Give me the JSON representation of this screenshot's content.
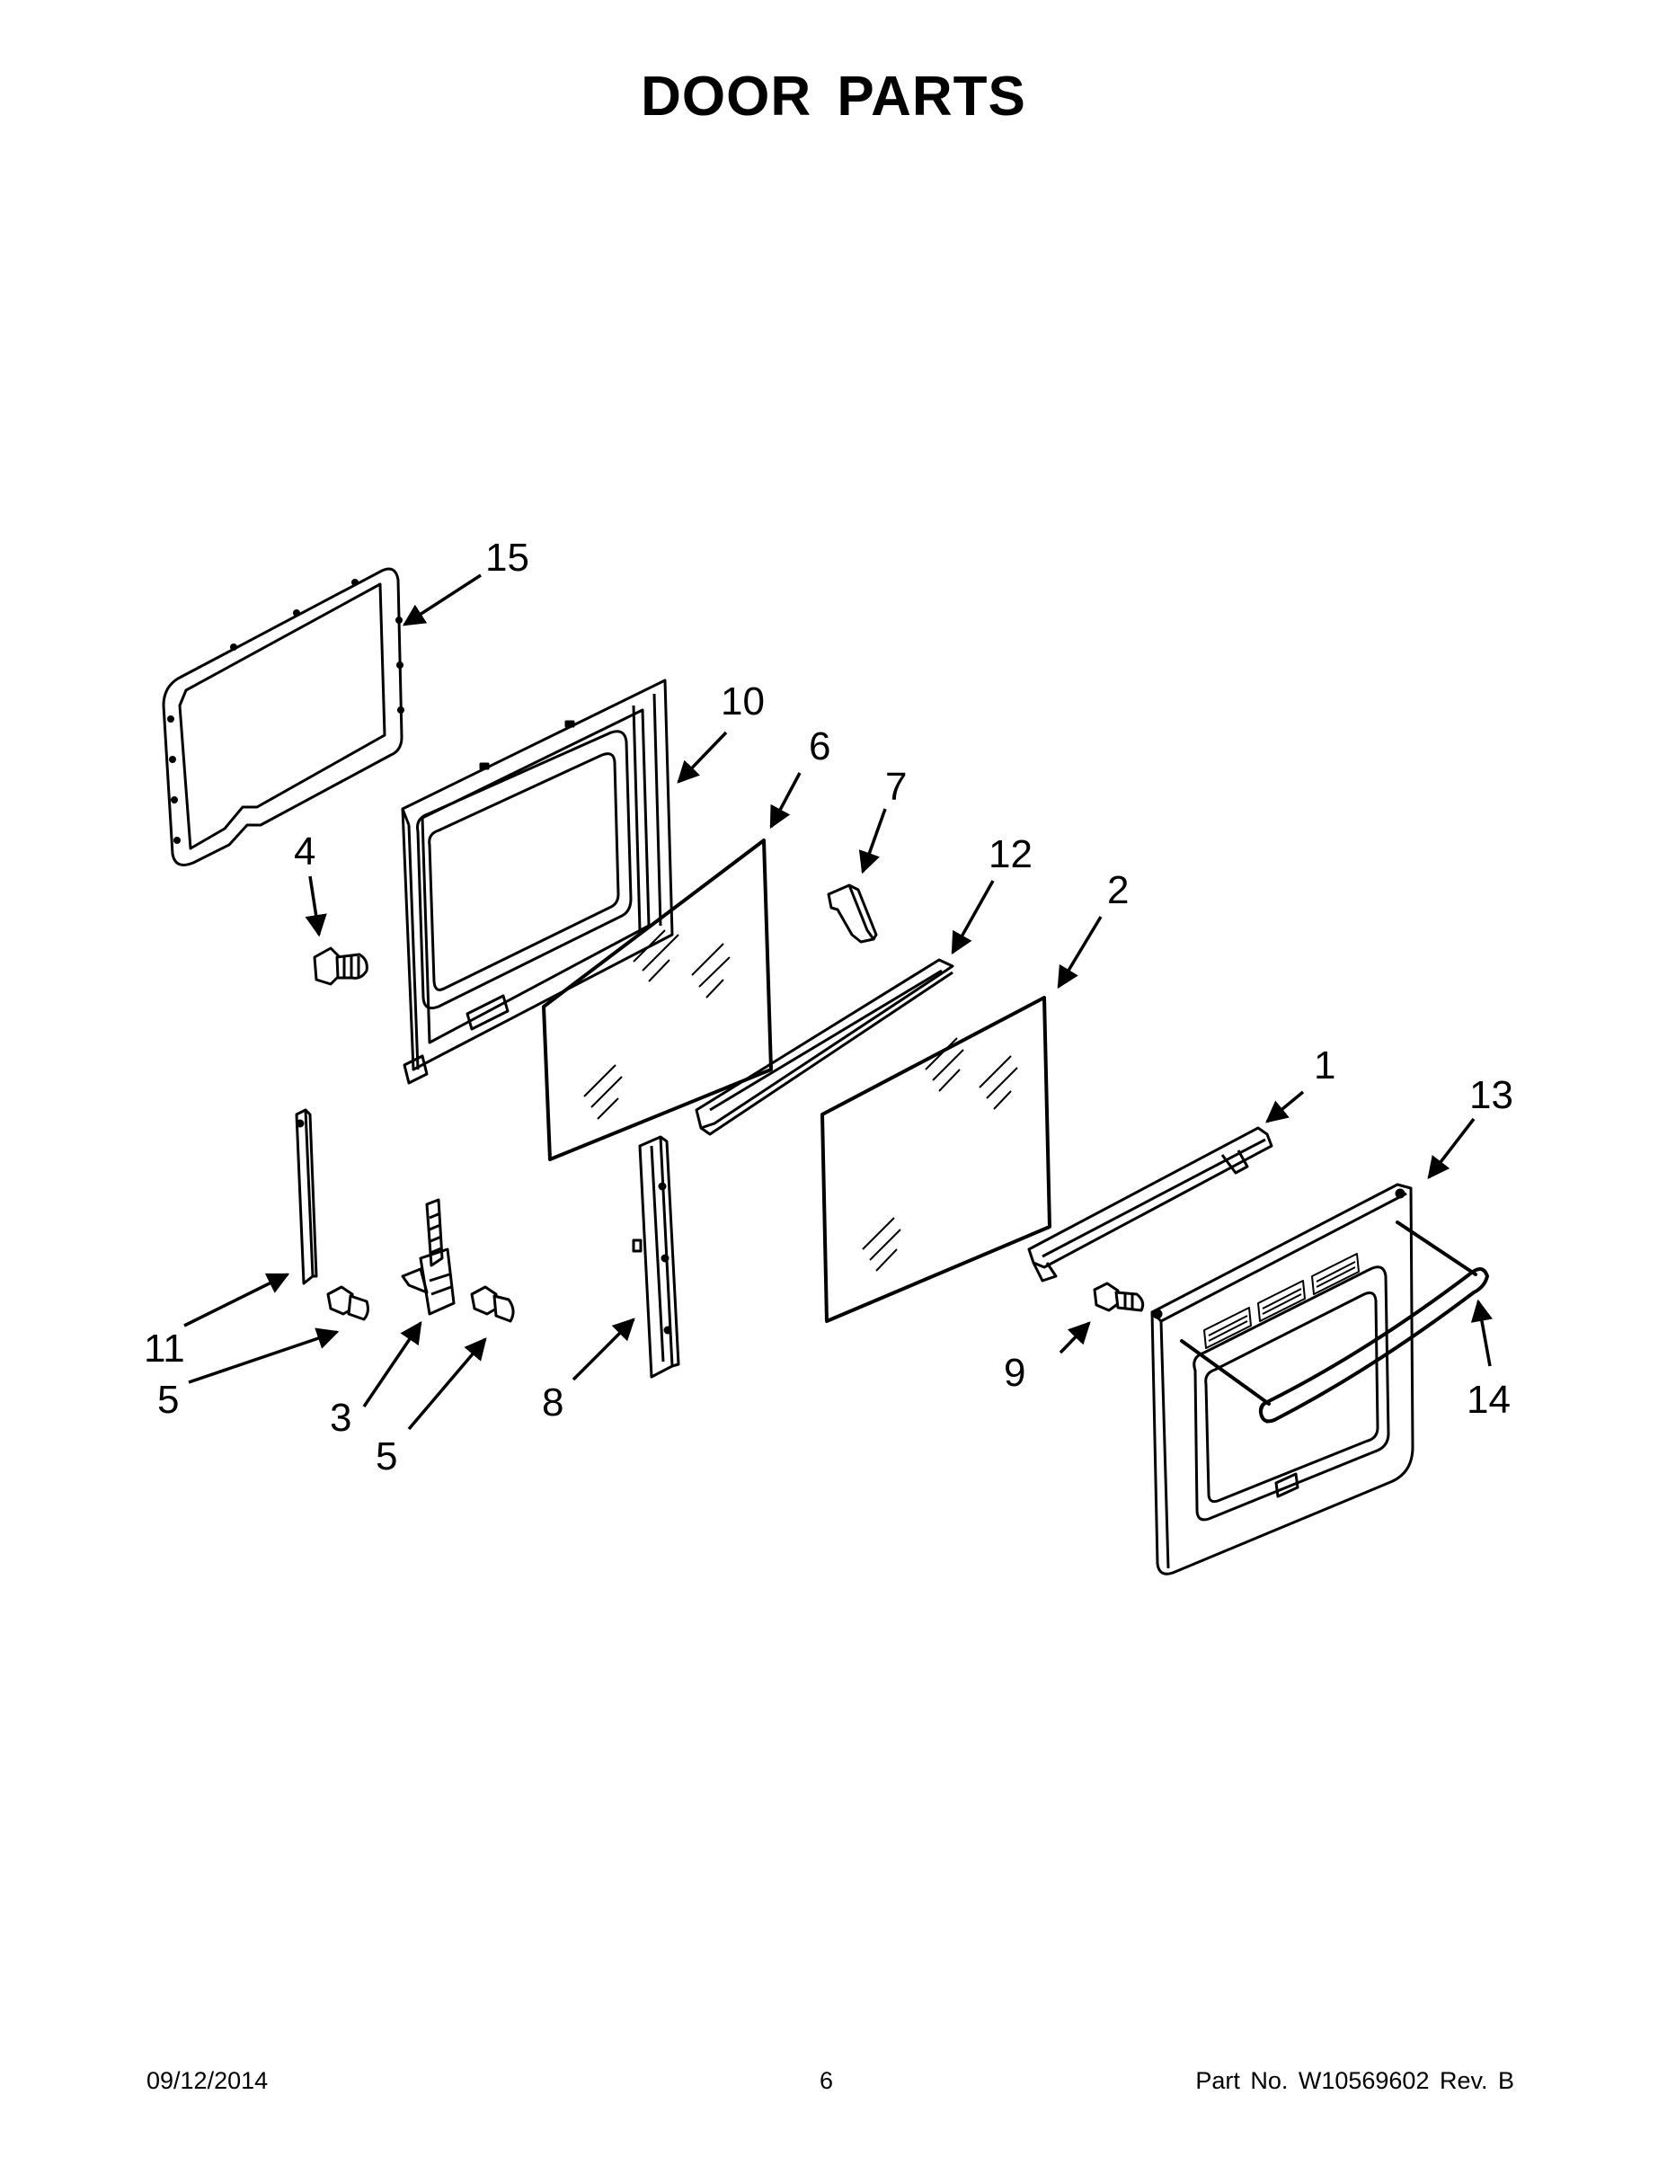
{
  "title": "DOOR PARTS",
  "callouts": {
    "c15": "15",
    "c10": "10",
    "c6": "6",
    "c7": "7",
    "c4": "4",
    "c12": "12",
    "c2": "2",
    "c1": "1",
    "c13": "13",
    "c11": "11",
    "c5a": "5",
    "c3": "3",
    "c5b": "5",
    "c8": "8",
    "c9": "9",
    "c14": "14"
  },
  "footer": {
    "date": "09/12/2014",
    "page": "6",
    "part": "Part No.  W10569602  Rev.  B"
  }
}
